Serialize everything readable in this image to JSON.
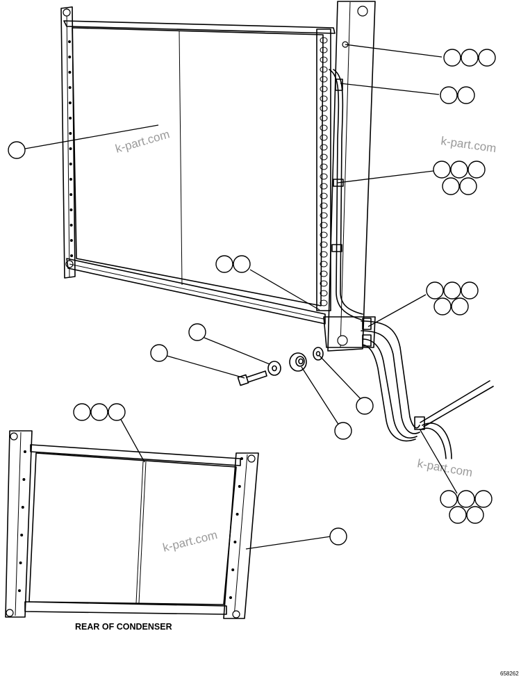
{
  "watermark": "k-part.com",
  "caption": "REAR OF CONDENSER",
  "figure_number": "658262",
  "callout_groups": [
    {
      "name": "callout-group-top-right",
      "bubbles": 3
    },
    {
      "name": "callout-group-fitting",
      "bubbles": 2
    },
    {
      "name": "callout-group-condenser",
      "bubbles": 1
    },
    {
      "name": "callout-group-clips",
      "bubbles": 5
    },
    {
      "name": "callout-group-lower-bracket",
      "bubbles": 2
    },
    {
      "name": "callout-group-hose-fittings",
      "bubbles": 5
    },
    {
      "name": "callout-group-washer-small",
      "bubbles": 1
    },
    {
      "name": "callout-group-bolt",
      "bubbles": 1
    },
    {
      "name": "callout-group-washer",
      "bubbles": 1
    },
    {
      "name": "callout-group-nut",
      "bubbles": 1
    },
    {
      "name": "callout-group-seal",
      "bubbles": 3
    },
    {
      "name": "callout-group-pipe-clamp",
      "bubbles": 5
    },
    {
      "name": "callout-group-rear-frame",
      "bubbles": 1
    }
  ]
}
